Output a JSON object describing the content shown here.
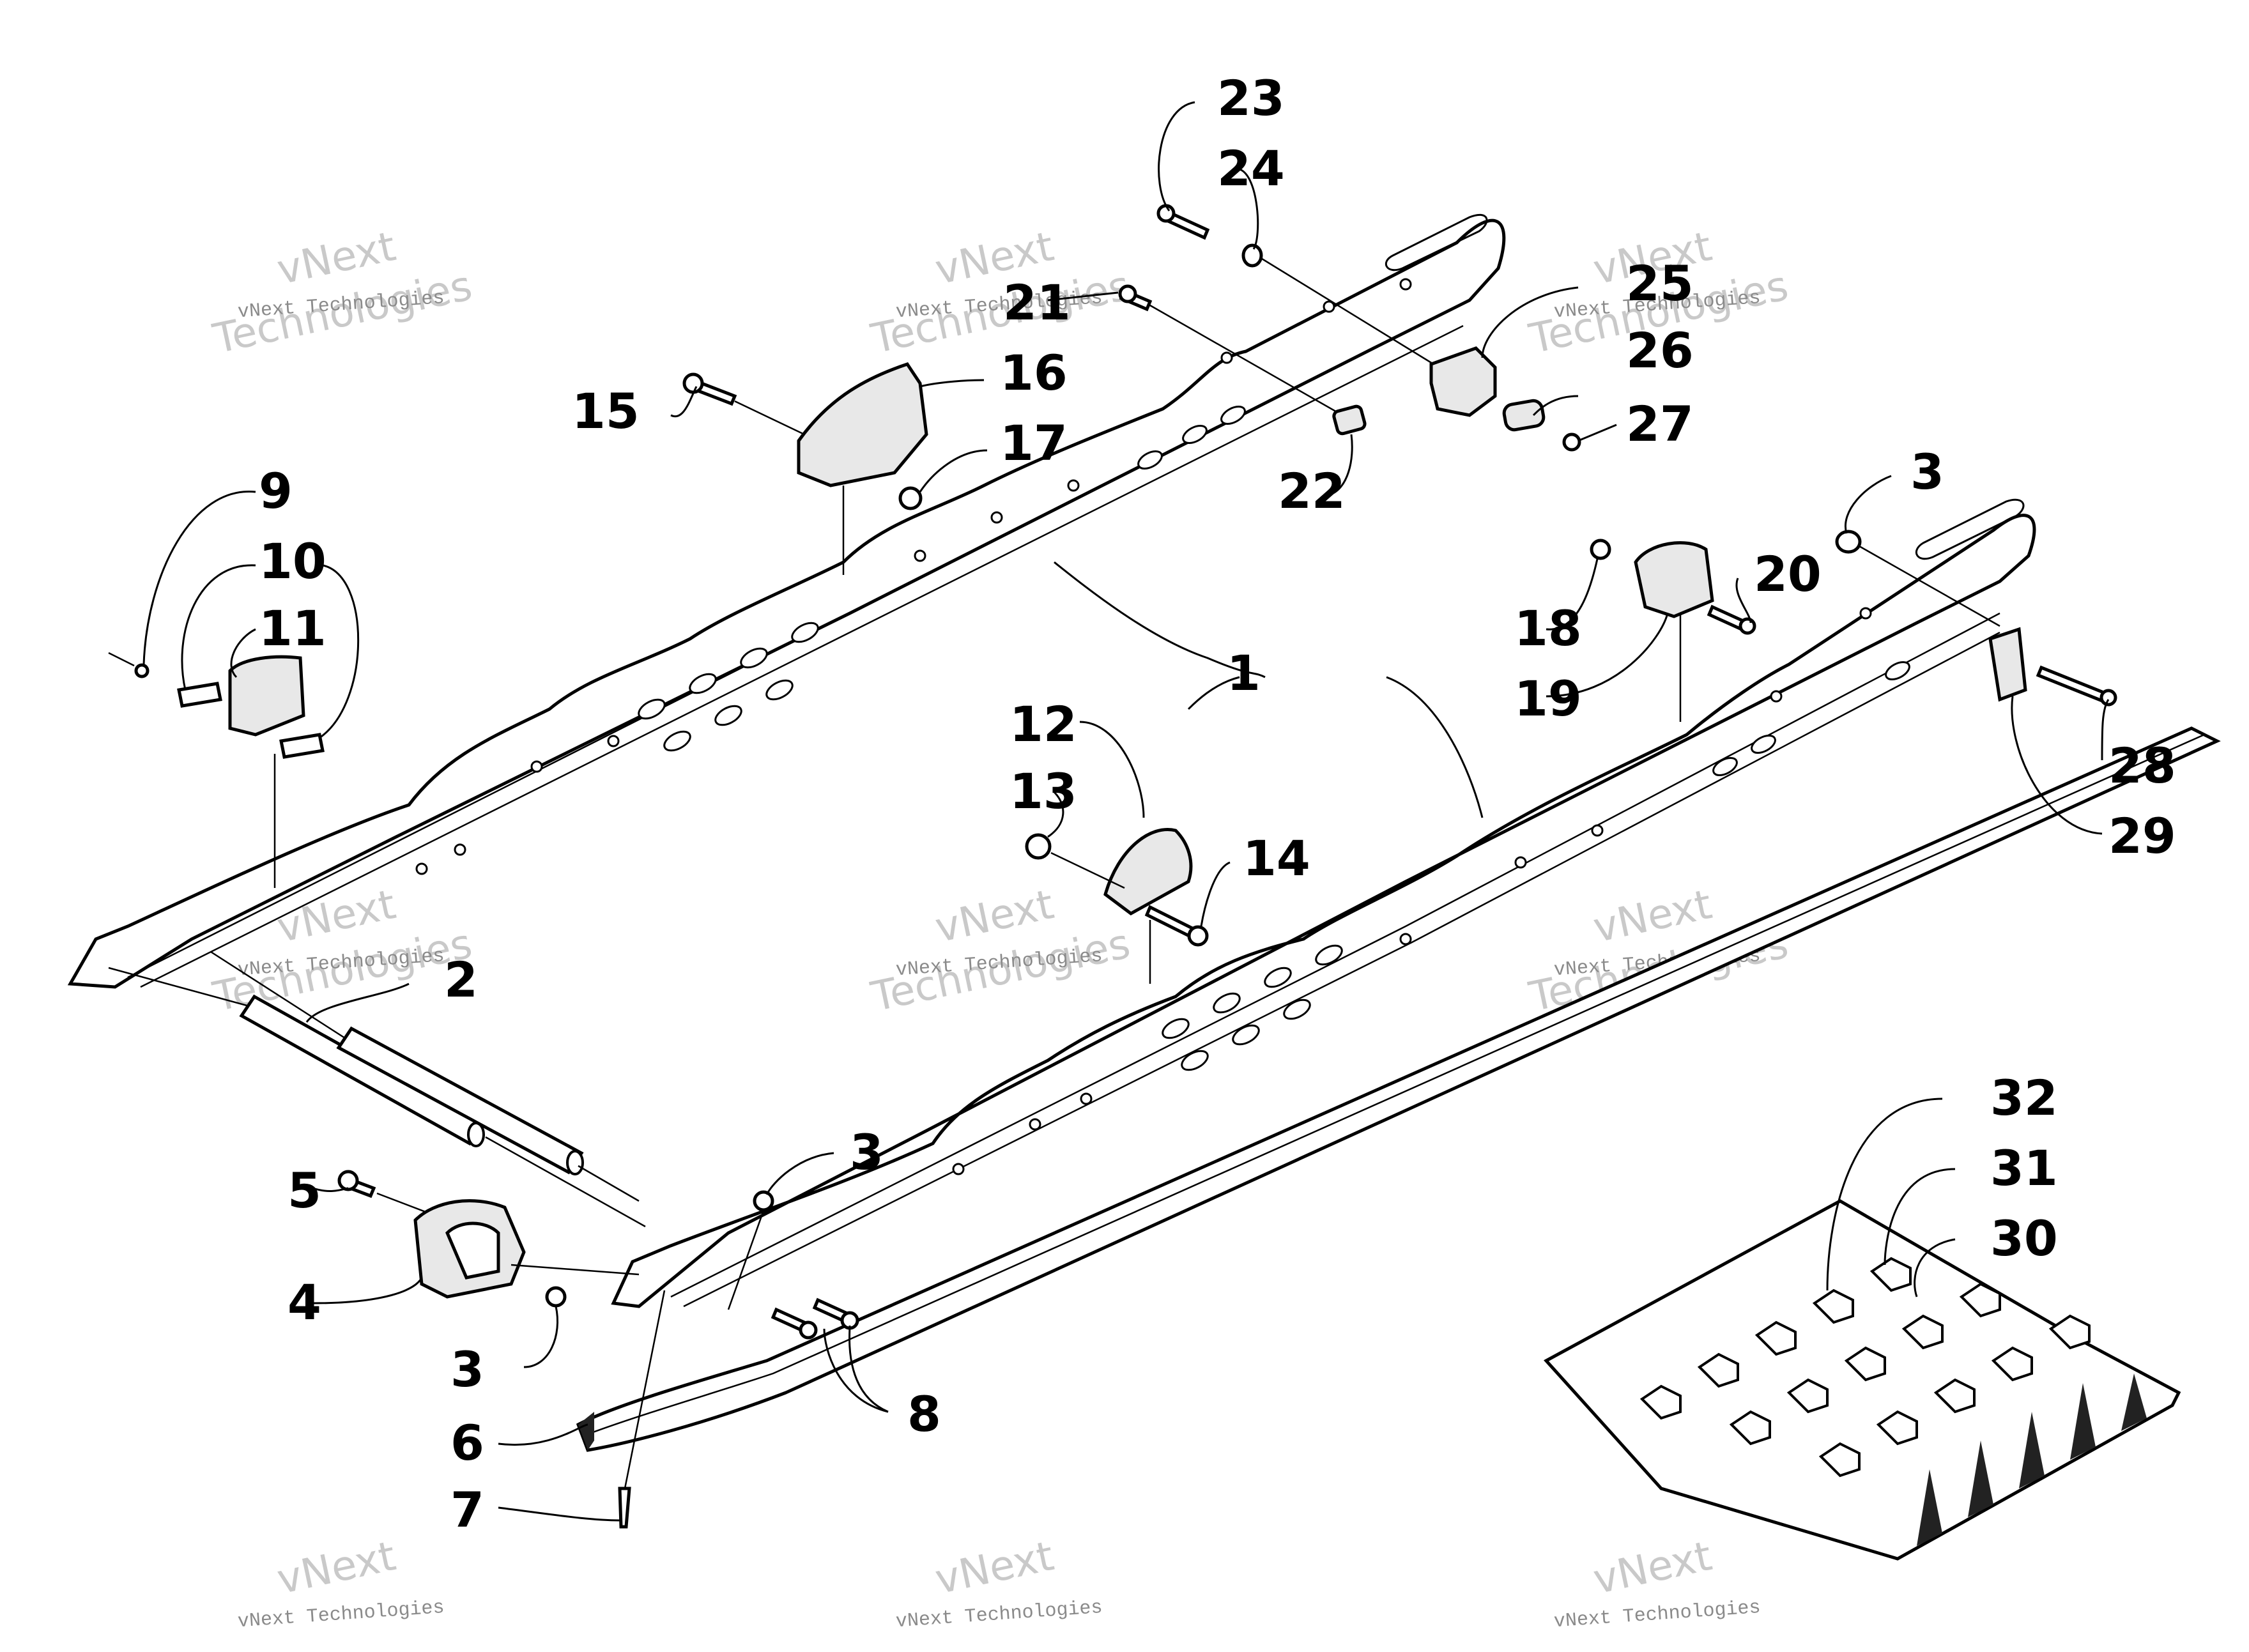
{
  "watermark": {
    "line1": "vNext Technologies",
    "line2": "vNext",
    "line3": "Technologies"
  },
  "callouts": {
    "c1": "1",
    "c2": "2",
    "c3a": "3",
    "c3b": "3",
    "c3c": "3",
    "c4": "4",
    "c5": "5",
    "c6": "6",
    "c7": "7",
    "c8": "8",
    "c9": "9",
    "c10": "10",
    "c11": "11",
    "c12": "12",
    "c13": "13",
    "c14": "14",
    "c15": "15",
    "c16": "16",
    "c17": "17",
    "c18": "18",
    "c19": "19",
    "c20": "20",
    "c21": "21",
    "c22": "22",
    "c23": "23",
    "c24": "24",
    "c25": "25",
    "c26": "26",
    "c27": "27",
    "c28": "28",
    "c29": "29",
    "c30": "30",
    "c31": "31",
    "c32": "32"
  }
}
